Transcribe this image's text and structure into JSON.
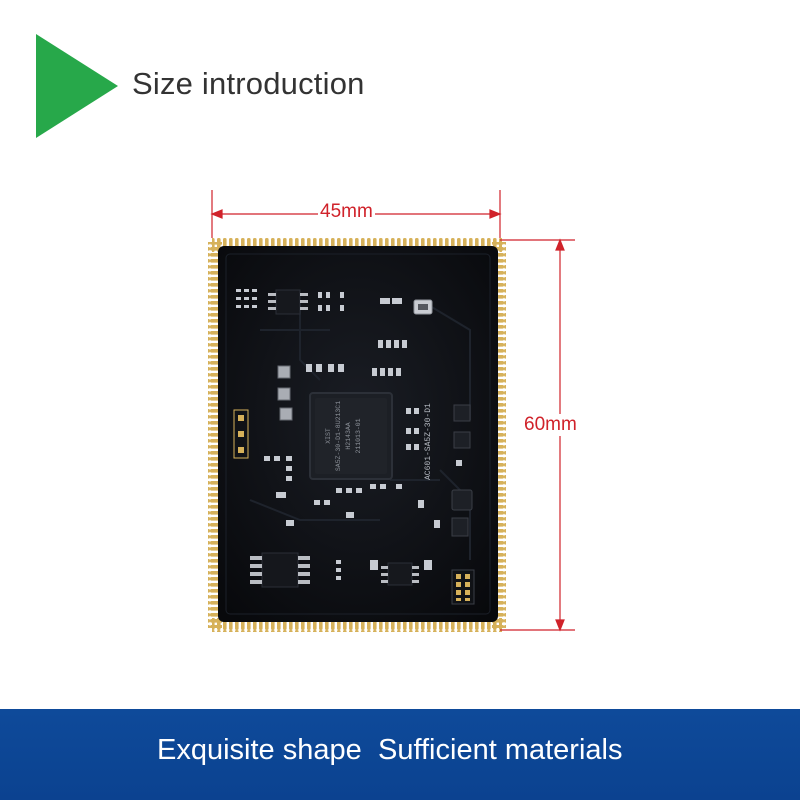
{
  "header": {
    "title": "Size introduction",
    "accent_color": "#27a84a"
  },
  "dimensions": {
    "width_label": "45mm",
    "height_label": "60mm",
    "line_color": "#d0222a"
  },
  "board": {
    "chip_main": [
      "XIST",
      "SA5Z-30-D1-8U213C1",
      "H2143AA",
      "211013-01"
    ],
    "model_label": "AC601-SA5Z-30-D1",
    "board_color": "#0d0f14",
    "pad_color": "#d6b15a"
  },
  "banner": {
    "left_text": "Exquisite shape",
    "right_text": "Sufficient materials",
    "background_color": "#0e4a9a"
  }
}
